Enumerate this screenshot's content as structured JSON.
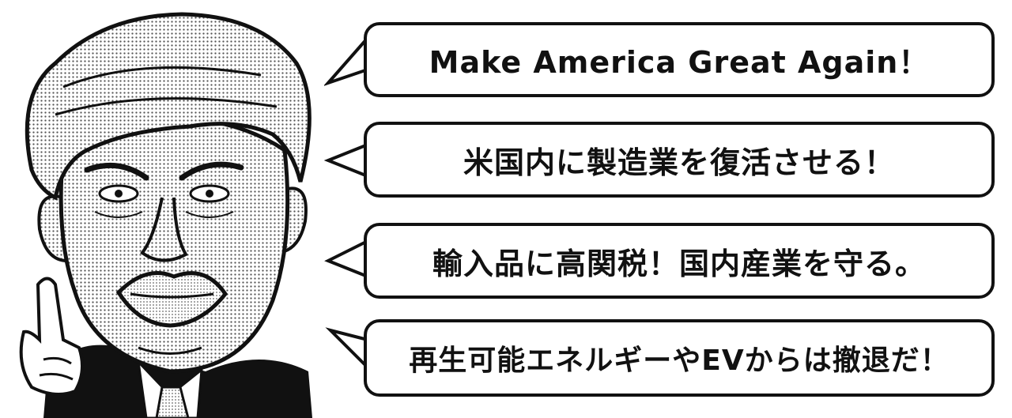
{
  "speech_bubbles": [
    {
      "text": "Make America Great Again！"
    },
    {
      "text": "米国内に製造業を復活させる！"
    },
    {
      "text": "輸入品に高関税！国内産業を守る。"
    },
    {
      "text": "再生可能エネルギーやEVからは撤退だ！"
    }
  ],
  "illustration": {
    "subject": "caricature-portrait-pointing-finger",
    "style": "black-and-white manga with halftone shading"
  },
  "colors": {
    "ink": "#111111",
    "paper": "#ffffff",
    "halftone": "#9a9a9a"
  }
}
